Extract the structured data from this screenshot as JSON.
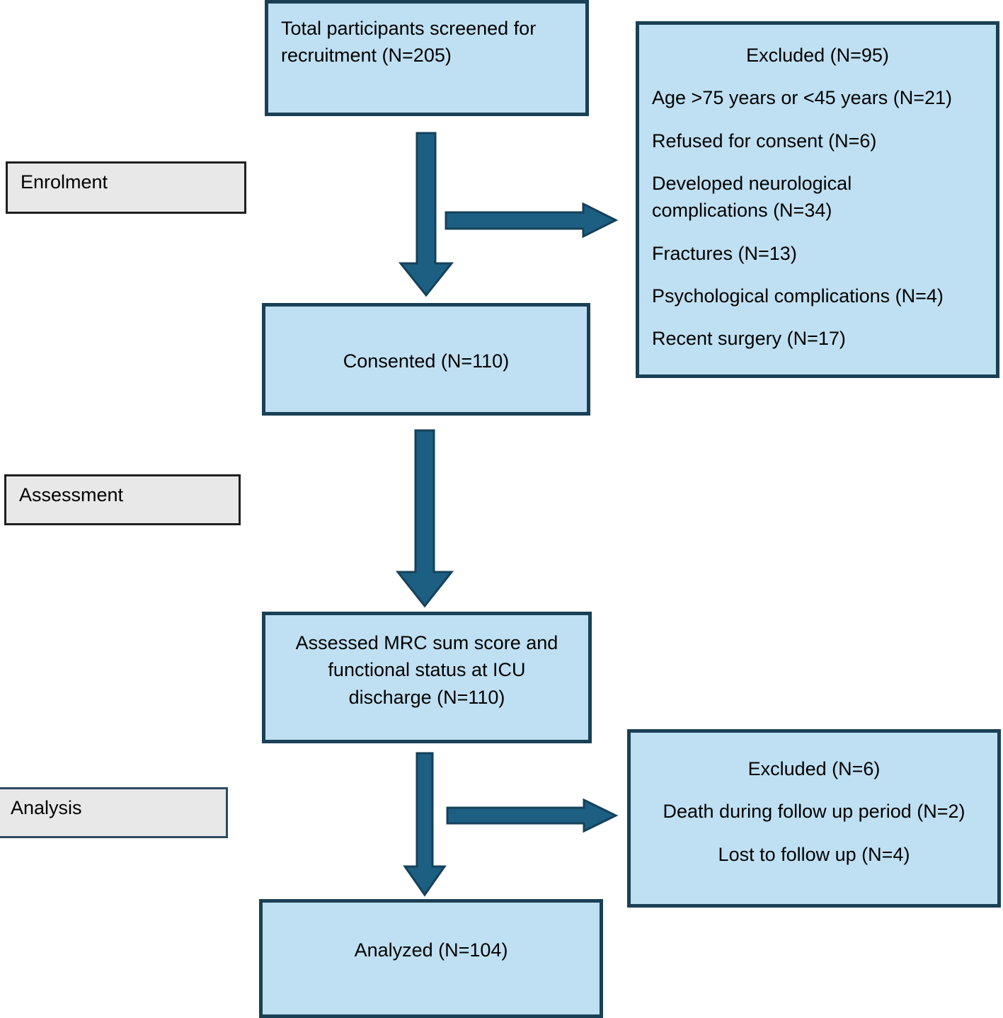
{
  "diagram": {
    "title": "CONSORT-style participant flow diagram",
    "colors": {
      "node_fill": "#bfe0f2",
      "node_border": "#1a4055",
      "stage_fill": "#e8e8e8",
      "stage_border": "#1f1f1f",
      "arrow_fill": "#1d5f82",
      "arrow_border": "#15415a"
    }
  },
  "stages": [
    {
      "id": "enrolment",
      "label": "Enrolment"
    },
    {
      "id": "assessment",
      "label": "Assessment"
    },
    {
      "id": "analysis",
      "label": "Analysis"
    }
  ],
  "nodes": {
    "screened": {
      "name": "Total participants screened",
      "lines": [
        "Total participants screened for",
        "recruitment (N=205)"
      ]
    },
    "excluded_enrolment": {
      "name": "Excluded at enrolment",
      "lines": [
        "Excluded (N=95)",
        "Age >75 years or <45 years (N=21)",
        "Refused for consent (N=6)",
        "Developed neurological\ncomplications (N=34)",
        "Fractures (N=13)",
        "Psychological complications (N=4)",
        "Recent surgery (N=17)"
      ]
    },
    "consented": {
      "name": "Consented",
      "lines": [
        "Consented (N=110)"
      ]
    },
    "assessed": {
      "name": "Assessed at ICU discharge",
      "lines": [
        "Assessed MRC sum score and",
        "functional status at ICU",
        "discharge (N=110)"
      ]
    },
    "excluded_analysis": {
      "name": "Excluded at analysis",
      "lines": [
        "Excluded (N=6)",
        "Death during follow up period (N=2)",
        "Lost to follow up (N=4)"
      ]
    },
    "analyzed": {
      "name": "Analyzed",
      "lines": [
        "Analyzed (N=104)"
      ]
    }
  },
  "arrows": [
    {
      "id": "screened-to-consented",
      "direction": "down"
    },
    {
      "id": "screened-to-excluded",
      "direction": "right"
    },
    {
      "id": "consented-to-assessed",
      "direction": "down"
    },
    {
      "id": "assessed-to-analyzed",
      "direction": "down"
    },
    {
      "id": "assessed-to-excluded",
      "direction": "right"
    }
  ]
}
